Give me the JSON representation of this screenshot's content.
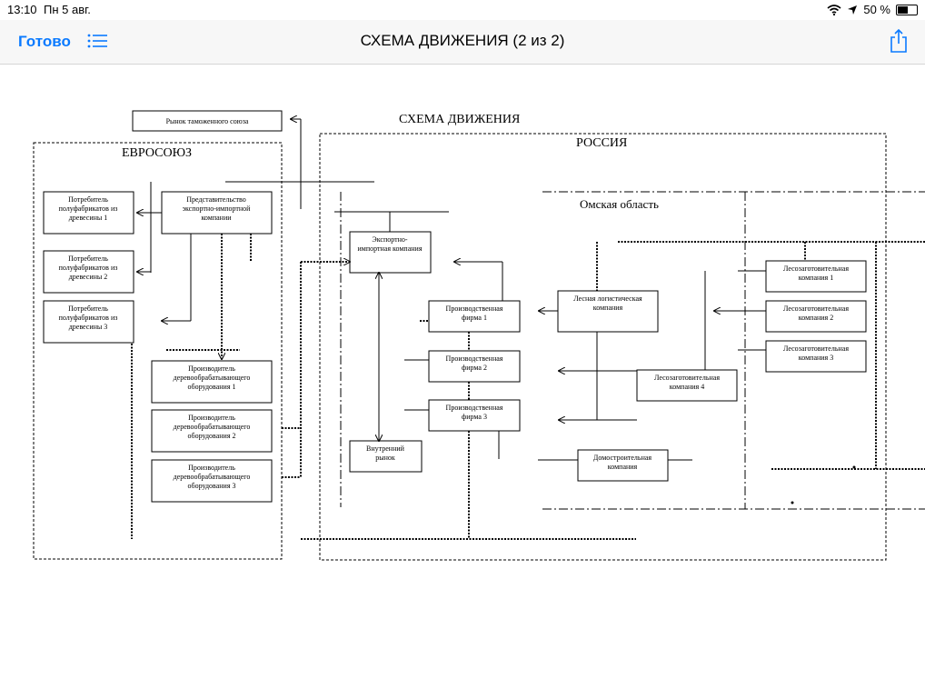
{
  "status": {
    "time": "13:10",
    "date": "Пн 5 авг.",
    "battery": "50 %"
  },
  "nav": {
    "done": "Готово",
    "title": "СХЕМА ДВИЖЕНИЯ (2 из 2)"
  },
  "diagram": {
    "title": "СХЕМА ДВИЖЕНИЯ",
    "customs_market": "Рынок таможенного союза",
    "eu": "ЕВРОСОЮЗ",
    "russia": "РОССИЯ",
    "omsk": "Омская область",
    "eu_consumer_1": [
      "Потребитель",
      "полуфабрикатов из",
      "древесины 1"
    ],
    "eu_consumer_2": [
      "Потребитель",
      "полуфабрикатов из",
      "древесины 2"
    ],
    "eu_consumer_3": [
      "Потребитель",
      "полуфабрикатов из",
      "древесины 3"
    ],
    "representative": [
      "Представительство",
      "экспортно-импортной",
      "компании"
    ],
    "producer_1": [
      "Производитель",
      "деревообрабатывающего",
      "оборудования 1"
    ],
    "producer_2": [
      "Производитель",
      "деревообрабатывающего",
      "оборудования 2"
    ],
    "producer_3": [
      "Производитель",
      "деревообрабатывающего",
      "оборудования 3"
    ],
    "export_company": [
      "Экспортно-",
      "импортная компания"
    ],
    "domestic_market": [
      "Внутренний",
      "рынок"
    ],
    "firm_1": [
      "Производственная",
      "фирма 1"
    ],
    "firm_2": [
      "Производственная",
      "фирма 2"
    ],
    "firm_3": [
      "Производственная",
      "фирма 3"
    ],
    "logistics": [
      "Лесная логистическая",
      "компания"
    ],
    "logging_1": [
      "Лесозаготовительная",
      "компания 1"
    ],
    "logging_2": [
      "Лесозаготовительная",
      "компания 2"
    ],
    "logging_3": [
      "Лесозаготовительная",
      "компания 3"
    ],
    "logging_4": [
      "Лесозаготовительная",
      "компания 4"
    ],
    "house_building": [
      "Домостроительная",
      "компания"
    ]
  }
}
